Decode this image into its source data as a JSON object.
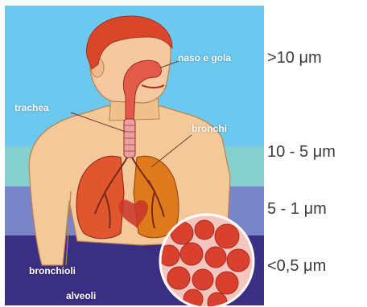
{
  "diagram": {
    "organ_labels": {
      "nose_throat": "naso e gola",
      "trachea": "trachea",
      "bronchi": "bronchi",
      "bronchioles": "bronchioli",
      "alveoli": "alveoli"
    },
    "size_labels": {
      "zone1": ">10 μm",
      "zone2": "10 - 5 μm",
      "zone3": "5 - 1 μm",
      "zone4": "<0,5 μm"
    }
  },
  "colors": {
    "zone1": "#6cc8ee",
    "zone2": "#86d0ce",
    "zone3": "#7a84c8",
    "zone4": "#3a2f82",
    "skin": "#f3c99a",
    "hair": "#d9462a",
    "lung_left": "#e0562e",
    "lung_right": "#de7a1c",
    "alveoli_bg": "#f4c6bd",
    "alveoli_cells": "#d9402e",
    "text_dark": "#3a3a3a"
  }
}
